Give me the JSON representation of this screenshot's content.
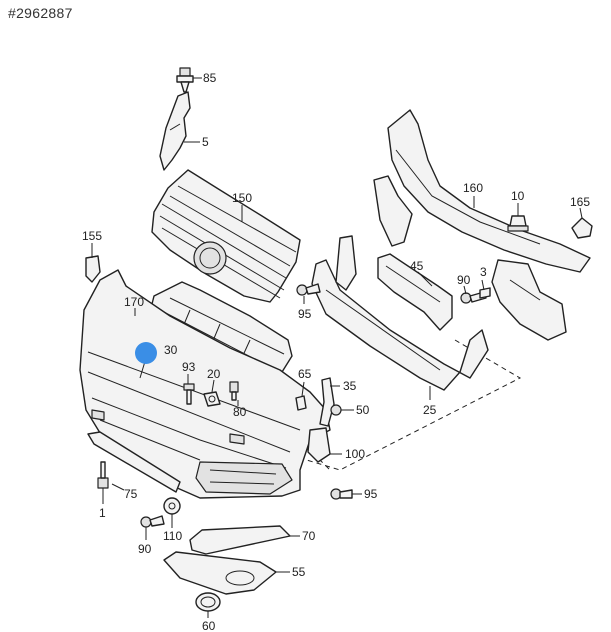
{
  "doc_number": "#2962887",
  "marker_color": "#3a8ee6",
  "callouts": {
    "c85": "85",
    "c5": "5",
    "c150": "150",
    "c155": "155",
    "c170": "170",
    "c30": "30",
    "c93": "93",
    "c20": "20",
    "c80": "80",
    "c65": "65",
    "c35": "35",
    "c50": "50",
    "c160": "160",
    "c10": "10",
    "c165": "165",
    "c45": "45",
    "c90a": "90",
    "c3": "3",
    "c95a": "95",
    "c25": "25",
    "c100": "100",
    "c95b": "95",
    "c75": "75",
    "c1": "1",
    "c110": "110",
    "c90b": "90",
    "c70": "70",
    "c55": "55",
    "c60": "60"
  }
}
